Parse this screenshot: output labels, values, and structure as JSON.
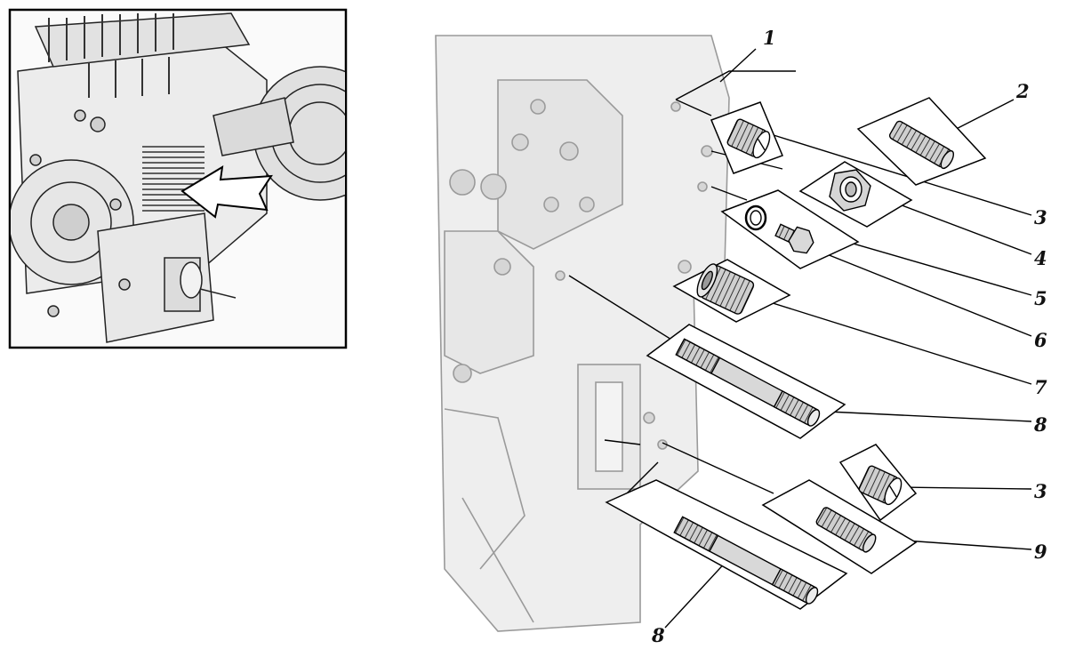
{
  "diagram": {
    "inset": {
      "arrow": "location-arrow"
    },
    "callouts": [
      {
        "id": "c1",
        "label": "1"
      },
      {
        "id": "c2",
        "label": "2"
      },
      {
        "id": "c3a",
        "label": "3"
      },
      {
        "id": "c4",
        "label": "4"
      },
      {
        "id": "c5",
        "label": "5"
      },
      {
        "id": "c6",
        "label": "6"
      },
      {
        "id": "c7",
        "label": "7"
      },
      {
        "id": "c8a",
        "label": "8"
      },
      {
        "id": "c3b",
        "label": "3"
      },
      {
        "id": "c9",
        "label": "9"
      },
      {
        "id": "c8b",
        "label": "8"
      }
    ],
    "parts": [
      {
        "id": "p2",
        "kind": "short-stud"
      },
      {
        "id": "p3a",
        "kind": "threaded-plug"
      },
      {
        "id": "p4",
        "kind": "hex-adapter"
      },
      {
        "id": "p5",
        "kind": "sealing-washer"
      },
      {
        "id": "p6",
        "kind": "hex-plug"
      },
      {
        "id": "p7",
        "kind": "threaded-insert"
      },
      {
        "id": "p8a",
        "kind": "long-stud"
      },
      {
        "id": "p3b",
        "kind": "threaded-plug"
      },
      {
        "id": "p9",
        "kind": "short-stud"
      },
      {
        "id": "p8b",
        "kind": "long-stud"
      }
    ]
  }
}
